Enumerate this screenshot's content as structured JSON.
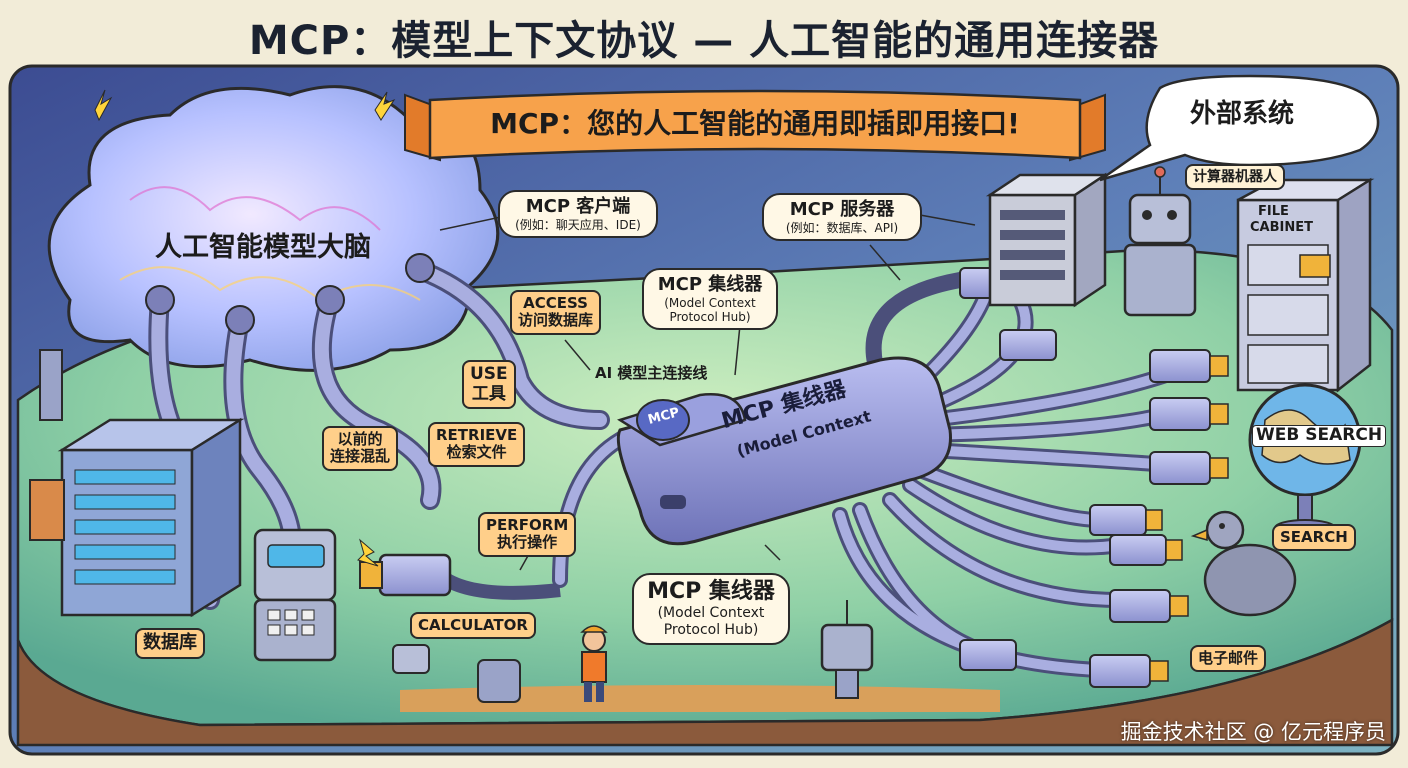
{
  "title": "MCP：模型上下文协议 — 人工智能的通用连接器",
  "banner": "MCP：您的人工智能的通用即插即用接口!",
  "brain_label": "人工智能模型大脑",
  "external_systems": "外部系统",
  "hub": {
    "logo": "MCP",
    "line1": "MCP 集线器",
    "line2": "(Model Context"
  },
  "bubbles": {
    "client": {
      "title": "MCP 客户端",
      "sub": "(例如：聊天应用、IDE)"
    },
    "server": {
      "title": "MCP 服务器",
      "sub": "(例如：数据库、API)"
    },
    "hub_top": {
      "title": "MCP 集线器",
      "line2": "(Model Context",
      "line3": "Protocol Hub)"
    },
    "hub_bottom": {
      "title": "MCP 集线器",
      "line2": "(Model Context",
      "line3": "Protocol Hub)"
    }
  },
  "tags": {
    "access": {
      "en": "ACCESS",
      "zh": "访问数据库"
    },
    "use": {
      "en": "USE",
      "zh": "工具"
    },
    "retrieve": {
      "en": "RETRIEVE",
      "zh": "检索文件"
    },
    "perform": {
      "en": "PERFORM",
      "zh": "执行操作"
    },
    "messy": {
      "line1": "以前的",
      "line2": "连接混乱"
    },
    "calculator": "CALCULATOR",
    "database": "数据库",
    "robot": "计算器机器人",
    "search": "SEARCH",
    "email": "电子邮件"
  },
  "main_line": "AI 模型主连接线",
  "cabinet": {
    "line1": "FILE",
    "line2": "CABINET"
  },
  "globe": "WEB SEARCH",
  "watermark": "掘金技术社区 @ 亿元程序员",
  "colors": {
    "title": "#1b2230",
    "banner": "#f7a24b",
    "cloud": "#b9c6ff",
    "ground": "#7ec9a3",
    "sky": "#5b6fb0",
    "hub": "#8f95d6",
    "tag": "#ffcf8a"
  }
}
